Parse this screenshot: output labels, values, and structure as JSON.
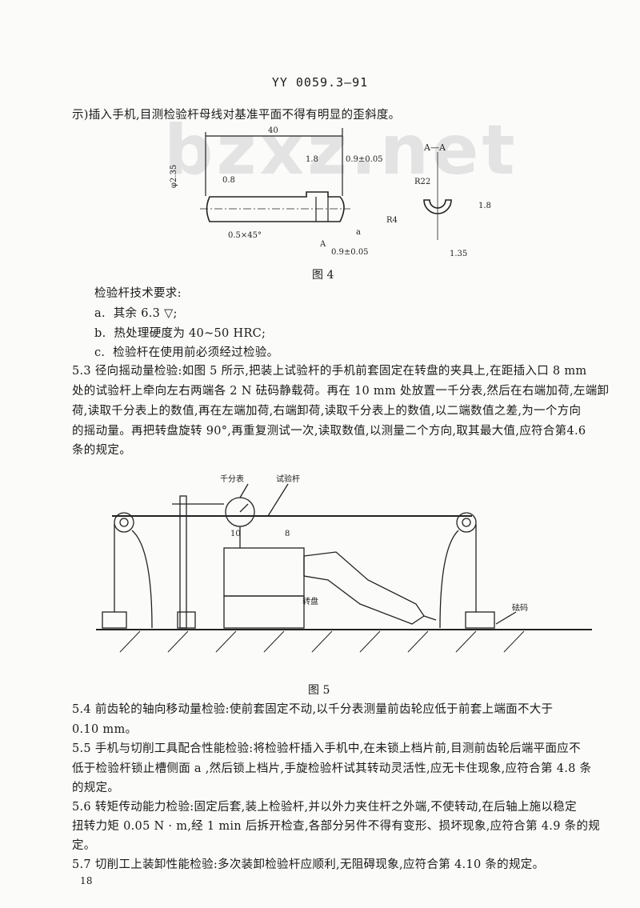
{
  "header": "YY 0059.3—91",
  "watermark": "bzxz.net",
  "intro_line": "示)插入手机,目测检验杆母线对基准平面不得有明显的歪斜度。",
  "fig4": {
    "caption": "图 4",
    "dims": {
      "length": "40",
      "dia": "φ2.35",
      "tol1": "1.8",
      "d1": "0.9±0.05",
      "d2": "0.9±0.05",
      "rough": "0.8",
      "chamfer": "0.5×45°",
      "r4": "R4",
      "a": "a",
      "sec": "A—A",
      "r22": "R22",
      "h": "1.8",
      "w": "1.35",
      "A": "A"
    }
  },
  "requirements": {
    "title": "检验杆技术要求:",
    "items": [
      {
        "m": "a.",
        "t": "其余 6.3 ▽;"
      },
      {
        "m": "b.",
        "t": "热处理硬度为 40~50 HRC;"
      },
      {
        "m": "c.",
        "t": "检验杆在使用前必须经过检验。"
      }
    ]
  },
  "s53": [
    "5.3  径向摇动量检验:如图 5 所示,把装上试验杆的手机前套固定在转盘的夹具上,在距插入口 8 mm",
    "处的试验杆上牵向左右两端各 2 N 砝码静载荷。再在 10 mm 处放置一千分表,然后在右端加荷,左端卸",
    "荷,读取千分表上的数值,再在左端加荷,右端卸荷,读取千分表上的数值,以二端数值之差,为一个方向",
    "的摇动量。再把转盘旋转 90°,再重复测试一次,读取数值,以测量二个方向,取其最大值,应符合第4.6",
    "条的规定。"
  ],
  "fig5": {
    "caption": "图 5",
    "dial": "千分表",
    "rod": "试验杆",
    "turntable": "转盘",
    "weight": "砝码",
    "d10": "10",
    "d8": "8"
  },
  "s54": [
    "5.4  前齿轮的轴向移动量检验:使前套固定不动,以千分表测量前齿轮应低于前套上端面不大于",
    "0.10 mm。"
  ],
  "s55": [
    "5.5  手机与切削工具配合性能检验:将检验杆插入手机中,在未锁上档片前,目测前齿轮后端平面应不",
    "低于检验杆锁止槽侧面 a ,然后锁上档片,手旋检验杆试其转动灵活性,应无卡住现象,应符合第 4.8 条",
    "的规定。"
  ],
  "s56": [
    "5.6  转矩传动能力检验:固定后套,装上检验杆,并以外力夹住杆之外端,不使转动,在后轴上施以稳定",
    "扭转力矩 0.05 N · m,经 1 min 后拆开检查,各部分另件不得有变形、损坏现象,应符合第 4.9 条的规",
    "定。"
  ],
  "s57": [
    "5.7  切削工上装卸性能检验:多次装卸检验杆应顺利,无阻碍现象,应符合第 4.10 条的规定。"
  ],
  "page_number": "18"
}
